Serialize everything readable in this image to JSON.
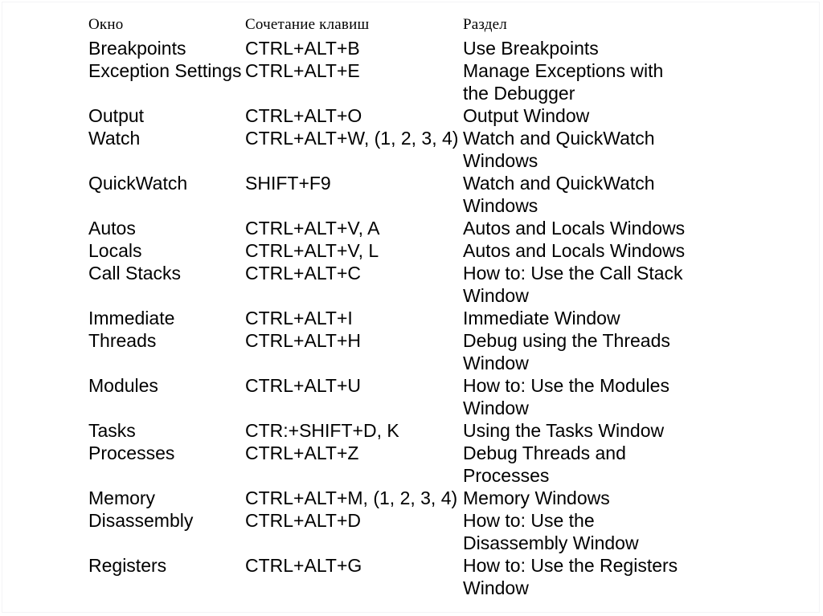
{
  "table": {
    "headers": {
      "window": "Окно",
      "keys": "Сочетание клавиш",
      "section": "Раздел"
    },
    "rows": [
      {
        "window": "Breakpoints",
        "keys": "CTRL+ALT+B",
        "section": "Use Breakpoints"
      },
      {
        "window": "Exception Settings",
        "keys": "CTRL+ALT+E",
        "section": "Manage Exceptions with\nthe Debugger"
      },
      {
        "window": "Output",
        "keys": "CTRL+ALT+O",
        "section": "Output Window"
      },
      {
        "window": "Watch",
        "keys": "CTRL+ALT+W, (1, 2, 3, 4)",
        "section": "Watch and QuickWatch\nWindows"
      },
      {
        "window": "QuickWatch",
        "keys": "SHIFT+F9",
        "section": "Watch and QuickWatch\nWindows"
      },
      {
        "window": "Autos",
        "keys": "CTRL+ALT+V, A",
        "section": "Autos and Locals Windows"
      },
      {
        "window": "Locals",
        "keys": "CTRL+ALT+V, L",
        "section": "Autos and Locals Windows"
      },
      {
        "window": "Call Stacks",
        "keys": "CTRL+ALT+C",
        "section": "How to: Use the Call Stack\nWindow"
      },
      {
        "window": "Immediate",
        "keys": "CTRL+ALT+I",
        "section": "Immediate Window"
      },
      {
        "window": "Threads",
        "keys": "CTRL+ALT+H",
        "section": "Debug using the Threads\nWindow"
      },
      {
        "window": "Modules",
        "keys": "CTRL+ALT+U",
        "section": "How to: Use the Modules\nWindow"
      },
      {
        "window": "Tasks",
        "keys": "CTR:+SHIFT+D, K",
        "section": "Using the Tasks Window"
      },
      {
        "window": "Processes",
        "keys": "CTRL+ALT+Z",
        "section": "Debug Threads and\nProcesses"
      },
      {
        "window": "Memory",
        "keys": "CTRL+ALT+M, (1, 2, 3, 4)",
        "section": "Memory Windows"
      },
      {
        "window": "Disassembly",
        "keys": "CTRL+ALT+D",
        "section": "How to: Use the\nDisassembly Window"
      },
      {
        "window": "Registers",
        "keys": "CTRL+ALT+G",
        "section": "How to: Use the Registers\nWindow"
      }
    ]
  }
}
